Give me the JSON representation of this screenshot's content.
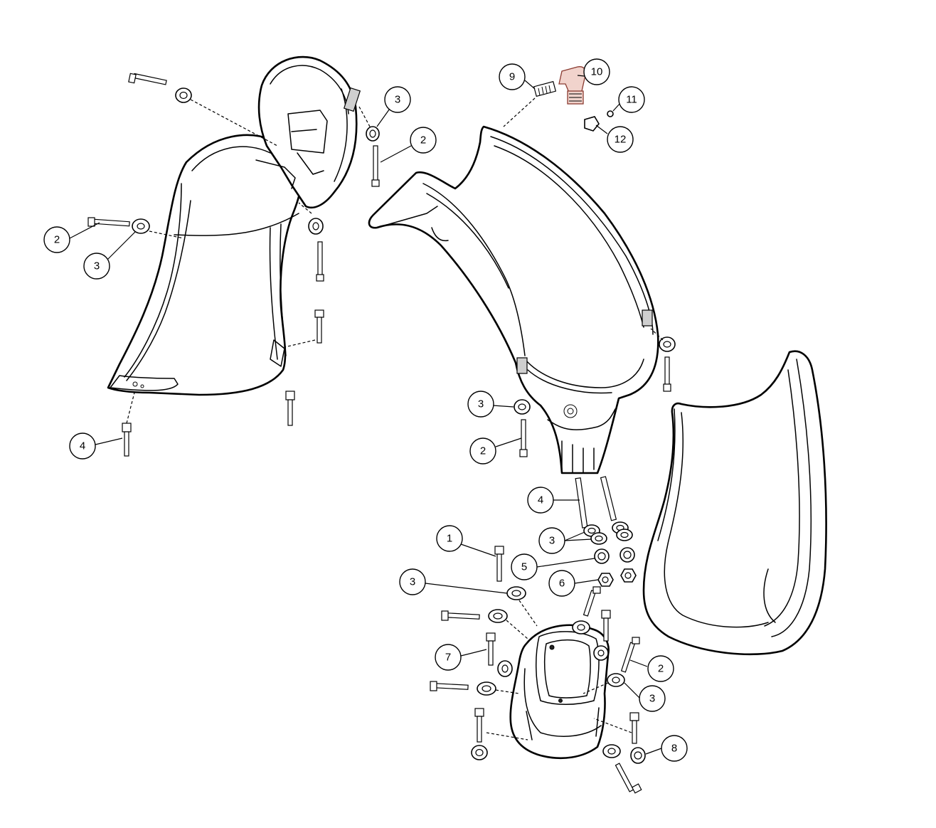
{
  "callouts": [
    {
      "id": "c-3-a",
      "label": "3"
    },
    {
      "id": "c-2-a",
      "label": "2"
    },
    {
      "id": "c-2-b",
      "label": "2"
    },
    {
      "id": "c-3-b",
      "label": "3"
    },
    {
      "id": "c-4-a",
      "label": "4"
    },
    {
      "id": "c-9",
      "label": "9"
    },
    {
      "id": "c-10",
      "label": "10"
    },
    {
      "id": "c-11",
      "label": "11"
    },
    {
      "id": "c-12",
      "label": "12"
    },
    {
      "id": "c-3-c",
      "label": "3"
    },
    {
      "id": "c-2-c",
      "label": "2"
    },
    {
      "id": "c-4-b",
      "label": "4"
    },
    {
      "id": "c-3-d",
      "label": "3"
    },
    {
      "id": "c-1",
      "label": "1"
    },
    {
      "id": "c-5",
      "label": "5"
    },
    {
      "id": "c-6",
      "label": "6"
    },
    {
      "id": "c-3-e",
      "label": "3"
    },
    {
      "id": "c-7",
      "label": "7"
    },
    {
      "id": "c-2-d",
      "label": "2"
    },
    {
      "id": "c-3-f",
      "label": "3"
    },
    {
      "id": "c-8",
      "label": "8"
    }
  ],
  "colors": {
    "line": "#000000",
    "background": "#ffffff",
    "highlight_part": "#f1d3cc"
  }
}
